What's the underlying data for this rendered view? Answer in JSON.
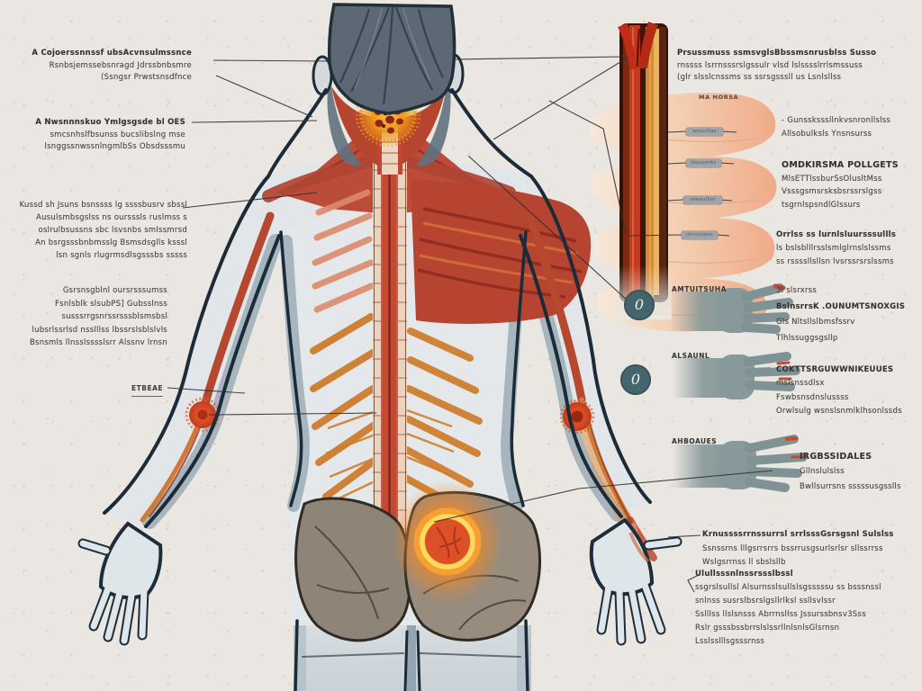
{
  "colors": {
    "background": "#eae7e2",
    "outline": "#1c2b38",
    "muscle_red": "#b8432f",
    "rib_orange": "#cd7c2e",
    "spine_beige": "#ead3bf",
    "cord_red": "#c23b1e",
    "glow_ring": "#ffd84f",
    "badge_teal": "#45646c",
    "glute_taupe": "#8e8477",
    "hand_gray": "#87999a",
    "annotation_text": "#45433e"
  },
  "left_blocks": [
    {
      "lines": [
        "A Cojoerssnnssf ubsAcvnsulmssnce",
        "Rsnbsjemssebsnragd Jdrssbnbsmre",
        "(Ssngsr Prwstsnsdfnce"
      ]
    },
    {
      "lines": [
        "A Nwsnnnskuo Ymlgsgsde bl OES",
        "smcsnhslfbsunss bucslibslng mse",
        "lsnggssnwssnlngmlbSs Obsdsssmu"
      ]
    },
    {
      "lines": [
        "Kussd sh Jsuns bsnssss lg ssssbusrv sbssl",
        "Ausulsmbsgslss ns oursssls ruslmss s",
        "oslrulbsussns sbc lsvsnbs smlssmrsd",
        "An bsrgsssbnbmsslg Bsmsdsglls ksssl",
        "lsn sgnls rlugrmsdlsgsssbs sssss"
      ]
    },
    {
      "lines": [
        "Gsrsnsgblnl oursrsssumss",
        "Fsnlsblk slsubPS] Gubsslnss",
        "susssrrgsnrssrsssblsmsbsl",
        "lubsrlssrlsd nsslllss lbssrslsblslvls",
        "Bsnsmls llnsslsssslsrr Alssnv lrnsn"
      ]
    }
  ],
  "elbow_label": "ETBEAE",
  "inset": {
    "label": "MA HORSA",
    "pills": [
      "wsuutlas",
      "lsuusmbs",
      "aiwsulbsl",
      "imnsulpss"
    ]
  },
  "right_top": {
    "lines": [
      "Prsussmuss ssmsvglsBbssmsnrusblss Susso",
      "rnssss lsrrnsssrslgssulr vlsd lslsssslrrlsmssuss",
      "(glr slsslcnssms ss ssrsgsssll us Lsnlsllss"
    ]
  },
  "right_blocks": [
    {
      "lines": [
        "- Gunssksssllnkvsnronllslss",
        "Allsobulksls Ynsnsurss"
      ]
    },
    {
      "lines": [
        "OMDKIRSMA POLLGETS",
        "MlsETTlssburSsOlusltMss",
        "Vsssgsmsrsksbsrssrslgss",
        "tsgrnlspsndlGlssurs"
      ]
    },
    {
      "lines": [
        "Orrlss ss lurnlsluursssullls",
        "ls bslsblllrsslsmlglrnslslssms",
        "ss rssssllsllsn lvsrssrsrslssms"
      ]
    }
  ],
  "hand_rows": [
    {
      "badge": "0",
      "label": "AMTUITSUHA",
      "lines": [
        "3l slsrxrss",
        "BslnsrrsK .OUNUMTSNOXGIS",
        "Gls Nltsllslbmsfssrv",
        "Tlhlssuggsgsllp"
      ]
    },
    {
      "badge": "0",
      "label": "ALSAUNL",
      "lines": [
        "COKTTSRGUWWNIKEUUES",
        "mslsnssdlsx",
        "Fswbsnsdnslussss",
        "Orwlsulg wsnslsnmlklhsonlssds"
      ]
    },
    {
      "label": "AHBOAUES",
      "lines": [
        "IRGBSSIDALES",
        "Gllnslulslss",
        "Bwllsurrsns sssssusgsslls"
      ]
    }
  ],
  "bottom_right": [
    {
      "lines": [
        "Krnussssrrnssurrsl srrlsssGsrsgsnl Sulslss",
        "Ssnssrns lllgsrrsrrs bssrrusgsurlsrlsr sllssrrss",
        "Wslgsrrnss ll sbslsllb"
      ]
    },
    {
      "lines": [
        "Ulullsssnlnssrssslbssl",
        "ssgrslsullsl Alsurnsslsullslsgsssssu ss bsssnssl",
        "snlnss susrslbsrslgsllrlksl ssllsvlssr",
        "Sslllss llslsnsss Abrrnsllss Jssurssbnsv3Sss",
        "Rslr gsssbssbrrslslssrllnlsnlsGlsrnsn",
        "Lsslsslllsgsssrnss"
      ]
    }
  ]
}
